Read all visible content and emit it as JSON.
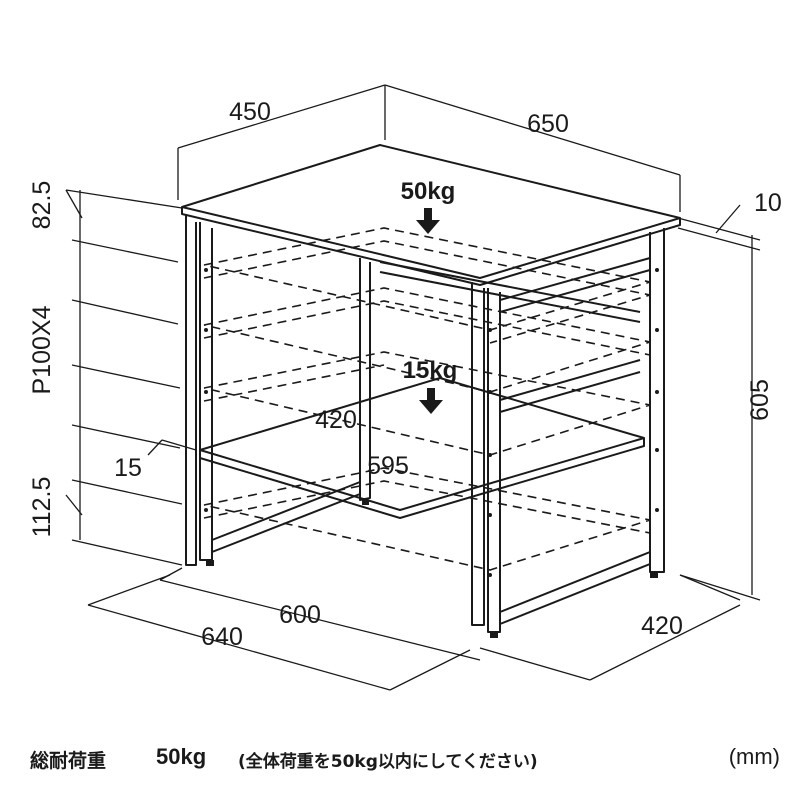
{
  "dimensions": {
    "top_depth": "450",
    "top_width": "650",
    "top_thickness": "10",
    "top_offset": "82.5",
    "shelf_pitch": "P100X4",
    "bottom_offset": "112.5",
    "height": "605",
    "shelf_depth": "420",
    "shelf_width": "595",
    "frame_inset": "15",
    "base_width_inner": "600",
    "base_width_outer": "640",
    "base_depth": "420"
  },
  "loads": {
    "top_load": "50kg",
    "shelf_load": "15kg"
  },
  "footer": {
    "total_load_label": "総耐荷重",
    "total_load_value": "50kg",
    "total_load_note": "(全体荷重を50kg以内にしてください)",
    "unit": "(mm)"
  },
  "colors": {
    "line": "#1a1a1a",
    "background": "#ffffff"
  }
}
